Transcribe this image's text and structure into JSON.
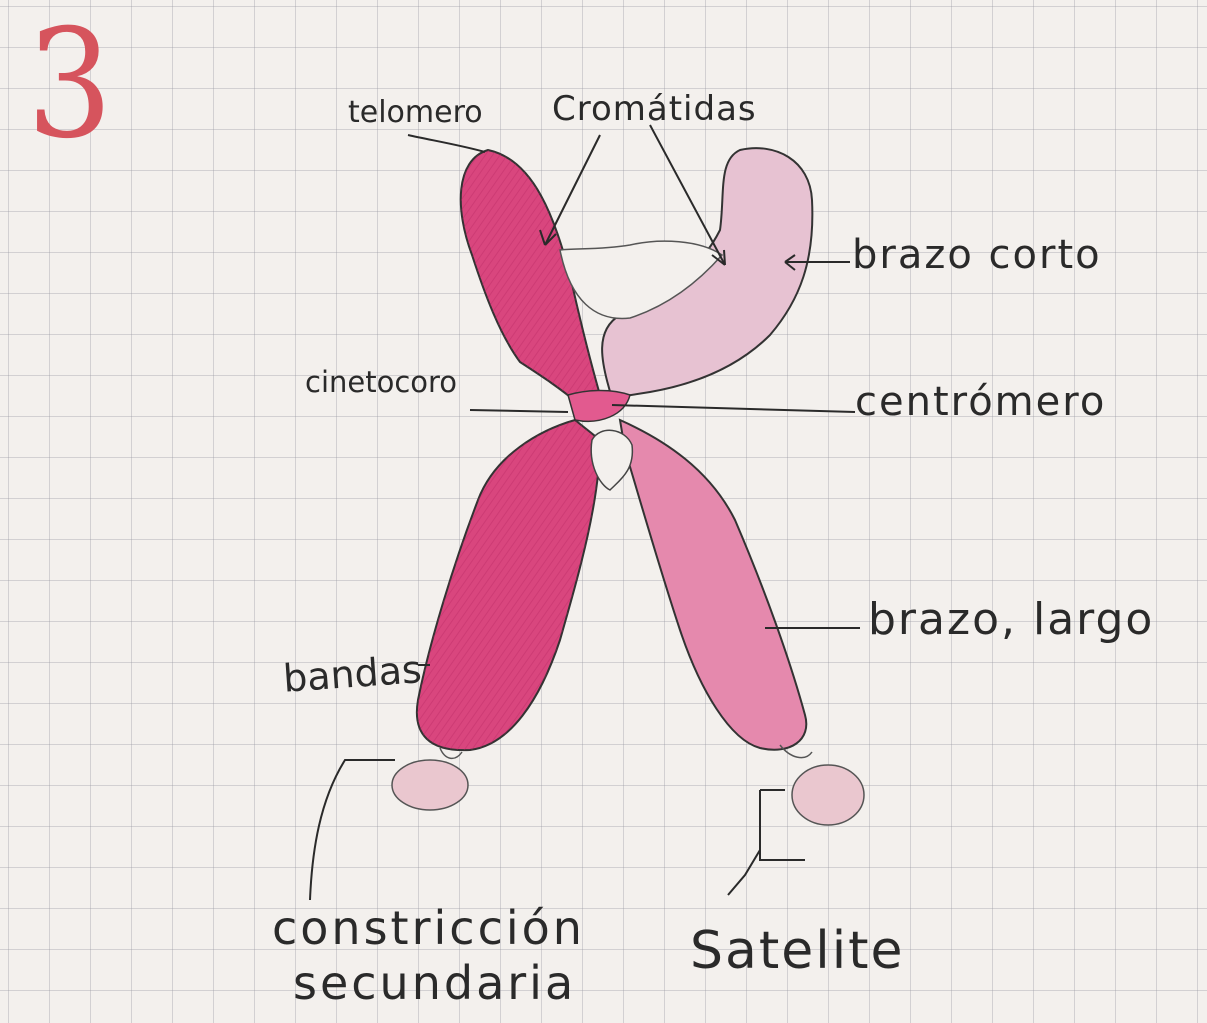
{
  "page_number": "3",
  "colors": {
    "pink": "#d9467e",
    "light_pink": "#e7c2d2",
    "ink": "#2a2a2a",
    "number": "#d6545d"
  },
  "labels": {
    "telomero": "telomero",
    "cromatidas": "Cromátidas",
    "brazo_corto": "brazo corto",
    "cinetocoro": "cinetocoro",
    "centromero": "centrómero",
    "brazo_largo": "brazo, largo",
    "bandas": "bandas",
    "constriccion": "constricción",
    "secundaria": "secundaria",
    "satelite": "Satelite"
  }
}
